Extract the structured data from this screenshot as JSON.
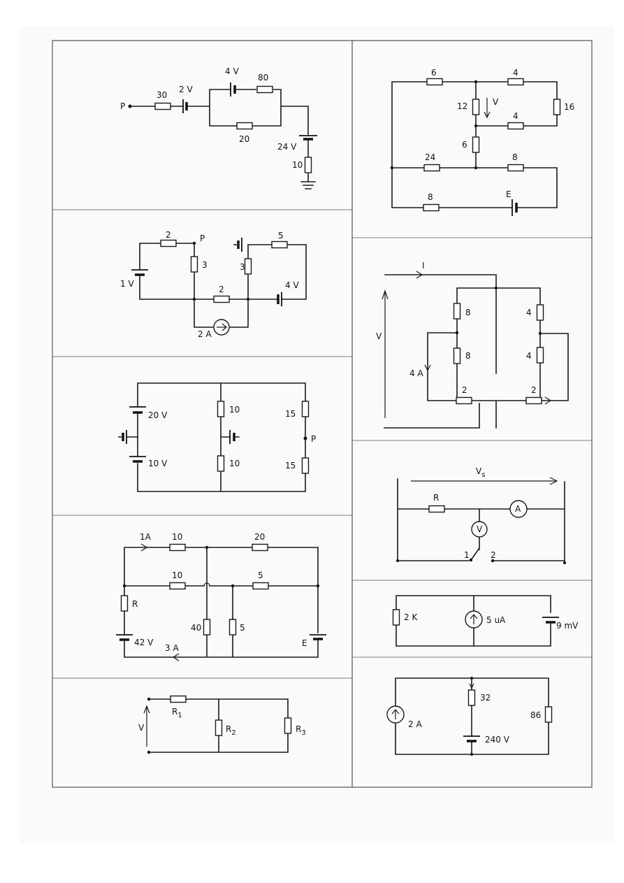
{
  "panels": {
    "p1": {
      "node_p": "P",
      "r30": "30",
      "v2": "2 V",
      "v4": "4 V",
      "r80": "80",
      "r20": "20",
      "v24": "24 V",
      "r10": "10"
    },
    "p2": {
      "r2a": "2",
      "node_p": "P",
      "r3a": "3",
      "v1": "1 V",
      "r3b": "3",
      "r5": "5",
      "r2b": "2",
      "v4": "4 V",
      "cs": "2 A"
    },
    "p3": {
      "v20": "20 V",
      "v10": "10 V",
      "r10a": "10",
      "r10b": "10",
      "r15a": "15",
      "r15b": "15",
      "node_p": "P"
    },
    "p4": {
      "i1": "1A",
      "r10a": "10",
      "r20": "20",
      "r10b": "10",
      "r5a": "5",
      "rR": "R",
      "r40": "40",
      "r5b": "5",
      "v42": "42 V",
      "i3": "3 A",
      "vE": "E"
    },
    "p5": {
      "v": "V",
      "r1": "R",
      "r1s": "1",
      "r2": "R",
      "r2s": "2",
      "r3": "R",
      "r3s": "3"
    },
    "p6": {
      "r6a": "6",
      "r4a": "4",
      "r12": "12",
      "v": "V",
      "r16": "16",
      "r4b": "4",
      "r6b": "6",
      "r24": "24",
      "r8a": "8",
      "r8b": "8",
      "vE": "E"
    },
    "p7": {
      "i": "I",
      "v": "V",
      "r8a": "8",
      "r4a": "4",
      "r8b": "8",
      "r4b": "4",
      "i4": "4 A",
      "r2a": "2",
      "r2b": "2"
    },
    "p8": {
      "vs": "V",
      "vs_sub": "s",
      "rR": "R",
      "ammeter": "A",
      "voltmeter": "V",
      "sw1": "1",
      "sw2": "2"
    },
    "p9": {
      "r2k": "2 K",
      "cs": "5 uA",
      "v9": "9 mV"
    },
    "p10": {
      "cs": "2 A",
      "r32": "32",
      "r86": "86",
      "v240": "240 V"
    }
  }
}
